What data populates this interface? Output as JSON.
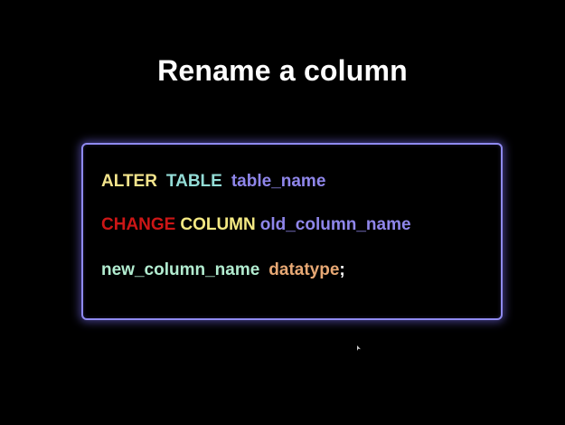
{
  "slide": {
    "title": "Rename a column"
  },
  "code": {
    "line1": {
      "keyword1": "ALTER",
      "keyword2": "TABLE",
      "identifier": "table_name"
    },
    "line2": {
      "keyword1": "CHANGE",
      "keyword2": "COLUMN",
      "identifier": "old_column_name"
    },
    "line3": {
      "identifier": "new_column_name",
      "type": "datatype",
      "terminator": ";"
    }
  },
  "colors": {
    "background": "#000000",
    "box_border": "#8f8af0",
    "alter": "#f3e48c",
    "table": "#93dcd6",
    "table_name": "#8f86ea",
    "change": "#cc1616",
    "column": "#f4e983",
    "old_column_name": "#8f86ea",
    "new_column_name": "#b2ecd0",
    "datatype": "#e7a874"
  },
  "icons": {
    "pointer": "mouse-pointer-icon"
  }
}
